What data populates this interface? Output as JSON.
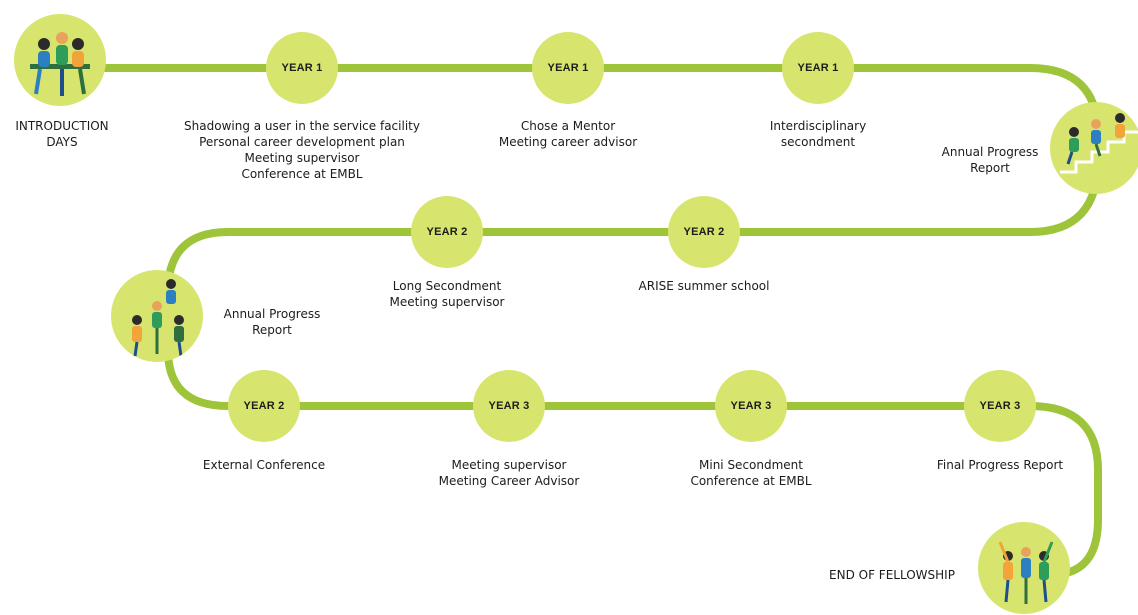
{
  "colors": {
    "path": "#9ec43a",
    "node": "#d7e56e",
    "text": "#1c1c1c"
  },
  "start": {
    "icon": "team-meeting-illustration",
    "lines": [
      "INTRODUCTION",
      "DAYS"
    ]
  },
  "row1": [
    {
      "year": "YEAR 1",
      "lines": [
        "Shadowing a user in the service facility",
        "Personal career development plan",
        "Meeting supervisor",
        "Conference at EMBL"
      ]
    },
    {
      "year": "YEAR 1",
      "lines": [
        "Chose a Mentor",
        "Meeting career advisor"
      ]
    },
    {
      "year": "YEAR 1",
      "lines": [
        "Interdisciplinary",
        "secondment"
      ]
    }
  ],
  "milestone1": {
    "icon": "climbing-stairs-illustration",
    "lines": [
      "Annual Progress",
      "Report"
    ]
  },
  "row2": [
    {
      "year": "YEAR 2",
      "lines": [
        "ARISE summer school"
      ]
    },
    {
      "year": "YEAR 2",
      "lines": [
        "Long Secondment",
        "Meeting supervisor"
      ]
    }
  ],
  "milestone2": {
    "icon": "human-pyramid-illustration",
    "lines": [
      "Annual Progress",
      "Report"
    ]
  },
  "row3": [
    {
      "year": "YEAR 2",
      "lines": [
        "External Conference"
      ]
    },
    {
      "year": "YEAR 3",
      "lines": [
        "Meeting supervisor",
        "Meeting Career Advisor"
      ]
    },
    {
      "year": "YEAR 3",
      "lines": [
        "Mini Secondment",
        "Conference at EMBL"
      ]
    },
    {
      "year": "YEAR 3",
      "lines": [
        "Final Progress Report"
      ]
    }
  ],
  "end": {
    "icon": "celebration-illustration",
    "lines": [
      "END OF FELLOWSHIP"
    ]
  }
}
